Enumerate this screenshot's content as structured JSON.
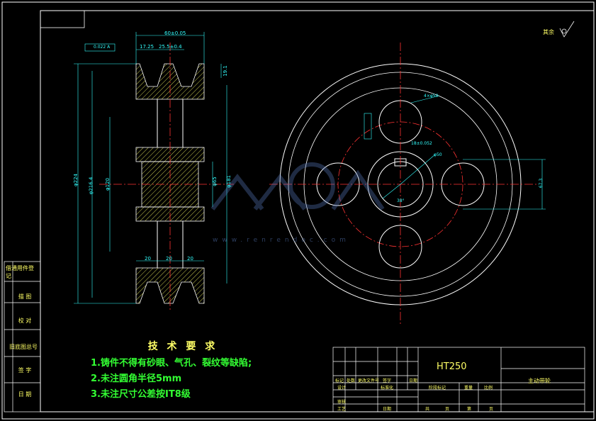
{
  "technical_requirements": {
    "title": "技 术 要 求",
    "items": [
      "1.铸件不得有砂眼、气孔、裂纹等缺陷;",
      "2.未注圆角半径5mm",
      "3.未注尺寸公差按IT8级"
    ]
  },
  "title_block": {
    "material": "HT250",
    "part_name": "主动带轮",
    "labels": [
      "标记",
      "处数",
      "更改文件号",
      "签字",
      "日期",
      "设计",
      "标准化",
      "审核",
      "工艺",
      "日期",
      "阶段标记",
      "重量",
      "比例",
      "共",
      "页",
      "第",
      "页"
    ]
  },
  "side_stamps": [
    "借通用件登记",
    "描 图",
    "校 对",
    "旧底图总号",
    "签 字",
    "日 期"
  ],
  "roughness_note": "其余",
  "dimensions": {
    "width_total": "60±0.05",
    "groove_pitch": "25.5±0.4",
    "groove_offset": "17.25",
    "groove_depth": "19.1",
    "dia_outer": "φ224",
    "dia_pitch": "φ216.4",
    "dia_hub": "φ120",
    "dia_bore": "φ65",
    "dia_inner": "φ181",
    "bottom_a": "20",
    "bottom_b": "20",
    "bottom_c": "20",
    "tol_frame": "0.022 A",
    "keyway": "18±0.052",
    "hole_dia": "φ50",
    "pcd": "4×φ50",
    "key_dim": "67.3",
    "ang": "38°"
  },
  "watermark": {
    "text": "www.renrendoc.com"
  },
  "colors": {
    "frame": "#ffffff",
    "dim": "#33ffff",
    "center": "#ff3333",
    "outline": "#ffffff",
    "hatch": "#ffff66",
    "text": "#ffff66",
    "notes": "#33ff33"
  }
}
